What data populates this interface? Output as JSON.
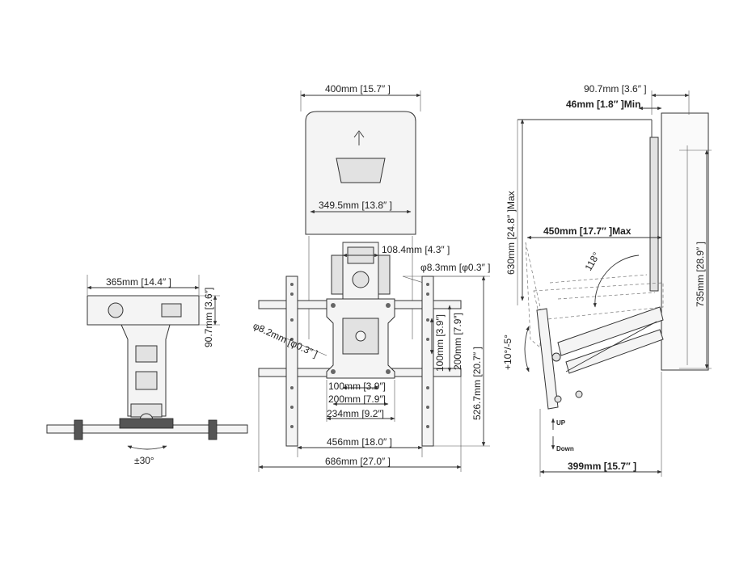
{
  "side_view": {
    "top_width": "365mm [14.4″ ]",
    "bracket_height": "90.7mm [3.6″]",
    "swivel": "±30°"
  },
  "front_view": {
    "wall_plate_width": "400mm [15.7″ ]",
    "inner_width": "349.5mm [13.8″ ]",
    "arm_width": "108.4mm [4.3″ ]",
    "hole_right": "φ8.3mm [φ0.3″ ]",
    "hole_left": "φ8.2mm [φ0.3″ ]",
    "vesa_v100": "100mm [3.9″]",
    "vesa_v200": "200mm [7.9″]",
    "height_total": "526.7mm [20.7″ ]",
    "vesa_h100": "100mm [3.9″]",
    "vesa_h200": "200mm [7.9″]",
    "vesa_h234": "234mm [9.2″]",
    "rail_456": "456mm [18.0″ ]",
    "rail_686": "686mm [27.0″ ]"
  },
  "profile_view": {
    "depth_top": "90.7mm [3.6″ ]",
    "depth_min": "46mm [1.8″ ]Min",
    "drop_max": "630mm [24.8″ ]Max",
    "reach_max": "450mm [17.7″ ]Max",
    "height_735": "735mm [28.9″ ]",
    "angle": "118°",
    "tilt": "+10°/-5°",
    "up_label": "UP",
    "down_label": "Down",
    "width_399": "399mm [15.7″ ]"
  }
}
